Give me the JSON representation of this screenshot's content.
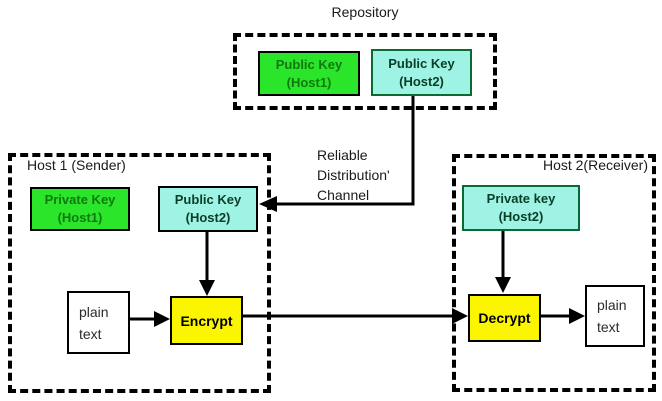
{
  "colors": {
    "green_fill": "#2be52b",
    "cyan_fill": "#9ff3e4",
    "yellow_fill": "#fcf500",
    "white_fill": "#ffffff",
    "green_text": "#0e7a0e",
    "cyan_text": "#093e26",
    "line_black": "#000000",
    "cyan_green_border": "#0a6a33"
  },
  "repository": {
    "title": "Repository",
    "public_key_host1": "Public Key\n(Host1)",
    "public_key_host2": "Public Key\n(Host2)"
  },
  "channel": {
    "label": "Reliable\nDistribution'\nChannel"
  },
  "host1": {
    "title": "Host 1 (Sender)",
    "private_key": "Private Key\n(Host1)",
    "public_key": "Public Key\n(Host2)",
    "plain_text": "plain\ntext",
    "process": "Encrypt"
  },
  "host2": {
    "title": "Host 2(Receiver)",
    "private_key": "Private key\n(Host2)",
    "process": "Decrypt",
    "plain_text": "plain\ntext"
  }
}
